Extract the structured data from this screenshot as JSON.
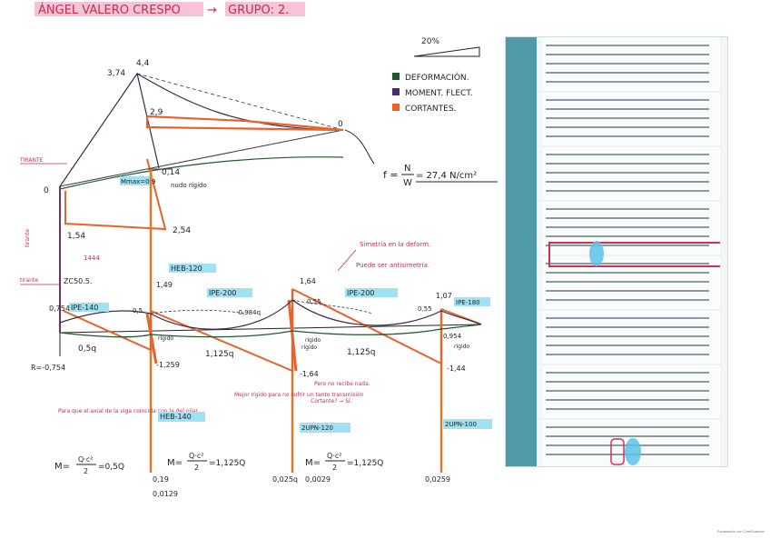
{
  "header": {
    "title": "ÁNGEL VALERO CRESPO",
    "group": "GRUPO: 2."
  },
  "slope": "20%",
  "legend": [
    {
      "label": "DEFORMACIÓN.",
      "color": "#1f5a2a"
    },
    {
      "label": "MOMENT. FLECT.",
      "color": "#4b2a6e"
    },
    {
      "label": "CORTANTES.",
      "color": "#e8622a"
    }
  ],
  "colors": {
    "beam": "#e07a2a",
    "shear": "#e8622a",
    "moment": "#3a2a4a",
    "deform": "#1f5a2a",
    "highlight": "#59c2e8",
    "redbox": "#d03050"
  },
  "labels": {
    "v_34": "3,74",
    "v_44": "4,4",
    "v_29": "2,9",
    "v_0_top": "0",
    "v_014": "0,14",
    "mmax": "Mmax=0,9",
    "nudo": "nudo rígido",
    "v_254": "2,54",
    "v_0_left": "0",
    "v_154": "1,54",
    "tirante_top": "TIRANTE",
    "tirante_side": "tirante",
    "v_1444": "1444",
    "zc": "ZC50.5.",
    "tirante_low": "tirante",
    "v_0_75": "0,754",
    "ipe140": "IPE-140",
    "v_05": "0,5",
    "v_05q": "0,5q",
    "r": "R=-0,754",
    "v_149": "1,49",
    "heb120": "HEB-120",
    "ipe200a": "IPE-200",
    "v_0984": "-0,984q",
    "v_164a": "1,64",
    "v_0556": "0,55",
    "ipe200b": "IPE-200",
    "v_107": "1,07",
    "ipe180": "IPE-180",
    "v_0557": "0,55",
    "v_0954": "0,954",
    "rigido_a": "rígido",
    "rigido_b": "rígido",
    "rigido_c": "rígido",
    "rigido_d": "rígido",
    "v_1125a": "1,125q",
    "v_1125b": "1,125q",
    "v_1259": "-1,259",
    "v_164b": "-1,64",
    "v_144": "-1,44",
    "simetria": "Simetría en la deform.",
    "puede": "Puede ser antisimetría.",
    "mejor": "Mejor rígido para no sufrir un tanto transmisión",
    "pero": "Pero no recibe nada.",
    "cortante": "Cortante? → Sí.",
    "para": "Para que el axial de la viga coincida con la del pilar",
    "heb140": "HEB-140",
    "upn120": "2UPN-120",
    "upn100": "2UPN-100",
    "f_m": "M=",
    "f_m_frac": "Q·c²",
    "f_m_res": "=0,5Q",
    "f_m2_frac": "Q·c²",
    "f_m2_res": "=1,125Q",
    "f_m3_frac": "Q·c²",
    "f_m3_res": "=1,125Q",
    "f_den": "2",
    "v_019": "0,19",
    "v_0129": "0,0129",
    "v_0025": "0,025q",
    "v_0029": "0,0029",
    "v_00259": "0,0259",
    "f_eq": "f =",
    "f_num": "N",
    "f_den2": "W",
    "f_res": "= 27,4 N/cm²",
    "footer": "Escaneado con CamScanner"
  }
}
